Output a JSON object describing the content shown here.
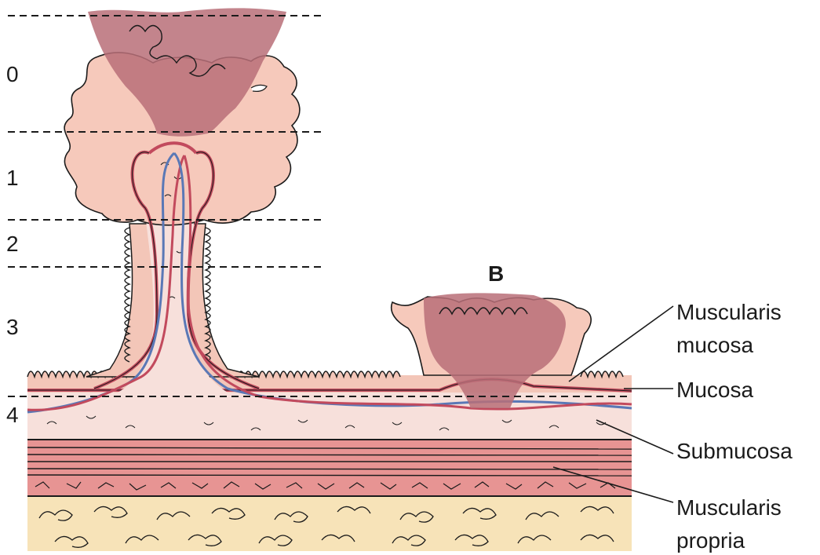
{
  "levels": [
    "0",
    "1",
    "2",
    "3",
    "4"
  ],
  "marker_b": "B",
  "labels": {
    "muscularis_mucosa": [
      "Muscularis",
      "mucosa"
    ],
    "mucosa": "Mucosa",
    "submucosa": "Submucosa",
    "muscularis_propria": [
      "Muscularis",
      "propria"
    ]
  },
  "colors": {
    "polyp_light": "#f6c9bb",
    "polyp_dark": "#b86f78",
    "mucosa": "#f3c6b8",
    "submucosa": "#f7e0db",
    "muscularis_propria": "#e79493",
    "serosa": "#f7e3b8",
    "vessel_red": "#c24a5d",
    "vessel_blue": "#5a78b6",
    "outline": "#1b1b1b"
  }
}
